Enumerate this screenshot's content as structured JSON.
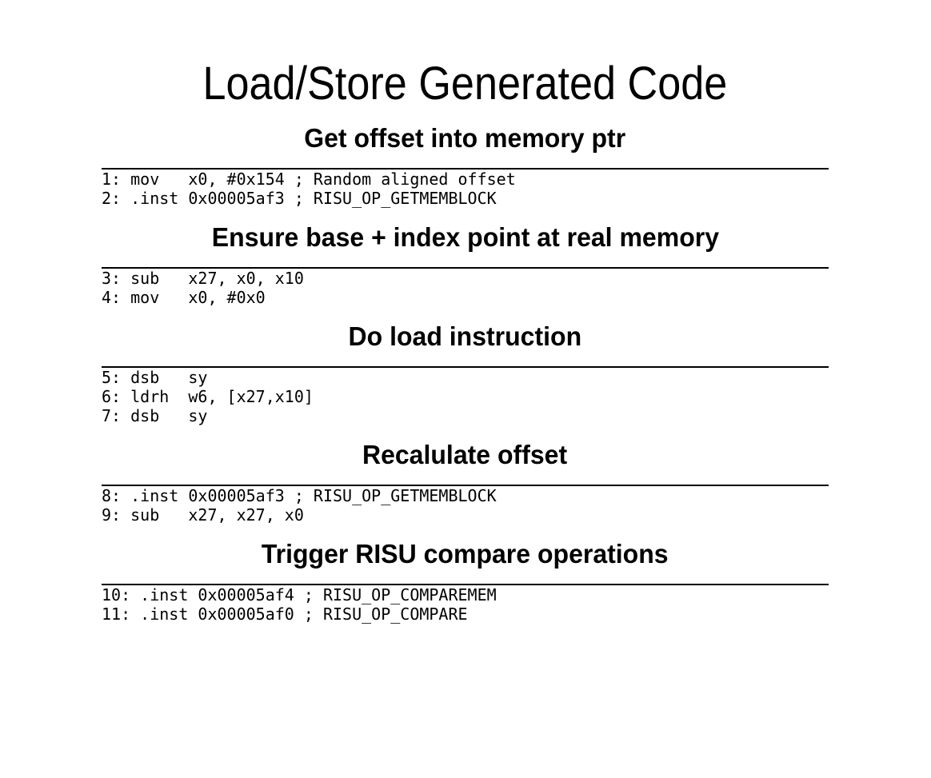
{
  "slide": {
    "title": "Load/Store Generated Code",
    "colors": {
      "background": "#ffffff",
      "text": "#000000",
      "rule": "#000000"
    },
    "sections": [
      {
        "heading": "Get offset into memory ptr",
        "code": "1: mov   x0, #0x154 ; Random aligned offset\n2: .inst 0x00005af3 ; RISU_OP_GETMEMBLOCK"
      },
      {
        "heading": "Ensure base + index point at real memory",
        "code": "3: sub   x27, x0, x10\n4: mov   x0, #0x0"
      },
      {
        "heading": "Do load instruction",
        "code": "5: dsb   sy\n6: ldrh  w6, [x27,x10]\n7: dsb   sy"
      },
      {
        "heading": "Recalulate offset",
        "code": "8: .inst 0x00005af3 ; RISU_OP_GETMEMBLOCK\n9: sub   x27, x27, x0"
      },
      {
        "heading": "Trigger RISU compare operations",
        "code": "10: .inst 0x00005af4 ; RISU_OP_COMPAREMEM\n11: .inst 0x00005af0 ; RISU_OP_COMPARE"
      }
    ]
  }
}
